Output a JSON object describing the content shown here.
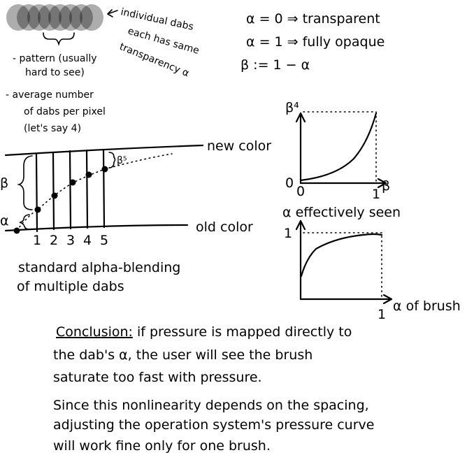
{
  "dabs": {
    "count": 8,
    "label_lines": [
      "individual dabs",
      "each has same",
      "transparency α"
    ],
    "pattern_lines": [
      "- pattern (usually",
      "hard to see)"
    ],
    "average_lines": [
      "- average number",
      "of dabs per pixel",
      "(let's say 4)"
    ]
  },
  "legend": {
    "alpha0": "α = 0  ⇒ transparent",
    "alpha1": "α = 1  ⇒ fully opaque",
    "beta_def": "β := 1 − α"
  },
  "blend": {
    "new_color": "new color",
    "old_color": "old color",
    "beta_label": "β",
    "alpha_label": "α",
    "beta5_label": "β⁵",
    "dab_numbers": [
      "1",
      "2",
      "3",
      "4",
      "5"
    ],
    "caption_lines": [
      "standard alpha-blending",
      "of multiple dabs"
    ]
  },
  "graph1": {
    "y_label": "β⁴",
    "x_label": "β",
    "zero_y": "0",
    "zero_x": "0",
    "one_x": "1"
  },
  "graph2": {
    "title": "α effectively seen",
    "y_one": "1",
    "x_one": "1",
    "x_label": "α of brush"
  },
  "conclusion": {
    "heading": "Conclusion:",
    "line1_rest": " if pressure is mapped directly to",
    "line2": "the dab's α, the user will see the brush",
    "line3": "saturate too fast with pressure.",
    "line4": "Since this nonlinearity depends on the spacing,",
    "line5": "adjusting the operation system's pressure curve",
    "line6": "will work fine only for one brush."
  }
}
